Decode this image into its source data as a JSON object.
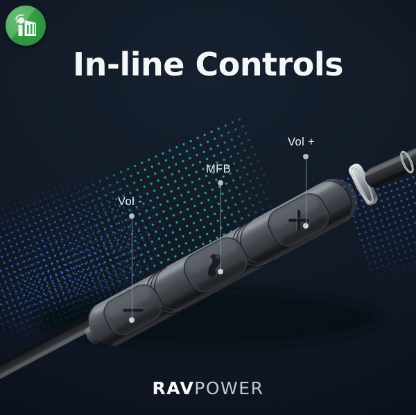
{
  "page": {
    "background_color": "#121a27",
    "accent_green": "#3bb04f",
    "accent_blue": "#2f6fd0",
    "accent_teal": "#24a98a"
  },
  "logo": {
    "name": "iw-wifi-logo-icon",
    "alt_text": "iW",
    "badge_color": "#3bb04f",
    "glyph_color": "#ffffff"
  },
  "headline": {
    "text": "In-line Controls"
  },
  "callouts": [
    {
      "id": "vol-minus",
      "label": "Vol -",
      "leader_color": "#7f8da0",
      "points_to": "volume-down-button"
    },
    {
      "id": "mfb",
      "label": "MFB",
      "leader_color": "#7f8da0",
      "points_to": "multifunction-button"
    },
    {
      "id": "vol-plus",
      "label": "Vol +",
      "leader_color": "#7f8da0",
      "points_to": "volume-up-button"
    }
  ],
  "device": {
    "name": "in-line remote control module",
    "body_color": "#3b3f46",
    "buttons": [
      {
        "id": "volume-down-button",
        "glyph": "minus",
        "glyph_label": "−"
      },
      {
        "id": "multifunction-button",
        "glyph": "call",
        "glyph_label": "MFB"
      },
      {
        "id": "volume-up-button",
        "glyph": "plus",
        "glyph_label": "+"
      }
    ],
    "cable_color": "#2b2e33",
    "collar_color": "#b9bdc3"
  },
  "brand": {
    "part1": "RAV",
    "part2": "POWER"
  }
}
